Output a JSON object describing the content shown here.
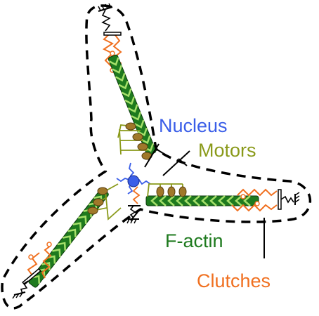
{
  "labels": {
    "nucleus": "Nucleus",
    "motors": "Motors",
    "factin": "F-actin",
    "clutches": "Clutches"
  },
  "colors": {
    "nucleus": "#3a5ee8",
    "motors": "#8a9a1a",
    "factin": "#1e7a1e",
    "clutches": "#f07020",
    "actin_fill": "#1e7a1e",
    "actin_chevron": "#a6e06a",
    "motor_head": "#a0782a",
    "outline": "#000000"
  }
}
